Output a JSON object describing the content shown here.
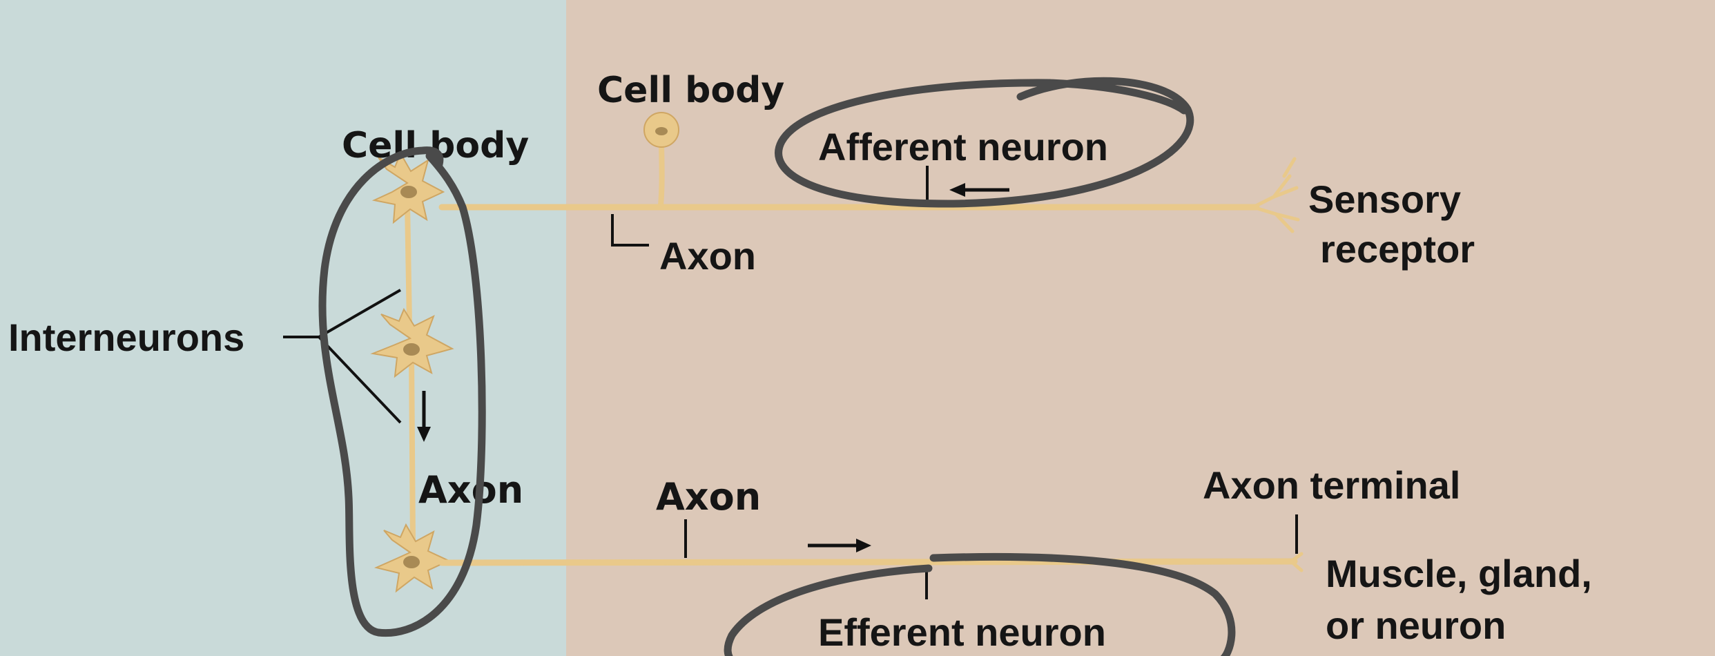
{
  "labels": {
    "cell_body_top": "Cell body",
    "cell_body_left": "Cell body",
    "afferent_neuron": "Afferent neuron",
    "sensory_receptor_line1": "Sensory",
    "sensory_receptor_line2": "receptor",
    "axon_afferent": "Axon",
    "interneurons": "Interneurons",
    "axon_interneuron": "Axon",
    "axon_efferent": "Axon",
    "axon_terminal": "Axon terminal",
    "effector_line1": "Muscle, gland,",
    "effector_line2": "or neuron",
    "efferent_neuron": "Efferent neuron"
  },
  "colors": {
    "cns_region": "#c9dad9",
    "pns_region": "#dcc8b8",
    "neuron_fill": "#e9c98a",
    "neuron_stroke": "#cfa663",
    "nucleus": "#a88a55",
    "ink": "#111111",
    "annotation_marker": "#4a4a4a"
  }
}
